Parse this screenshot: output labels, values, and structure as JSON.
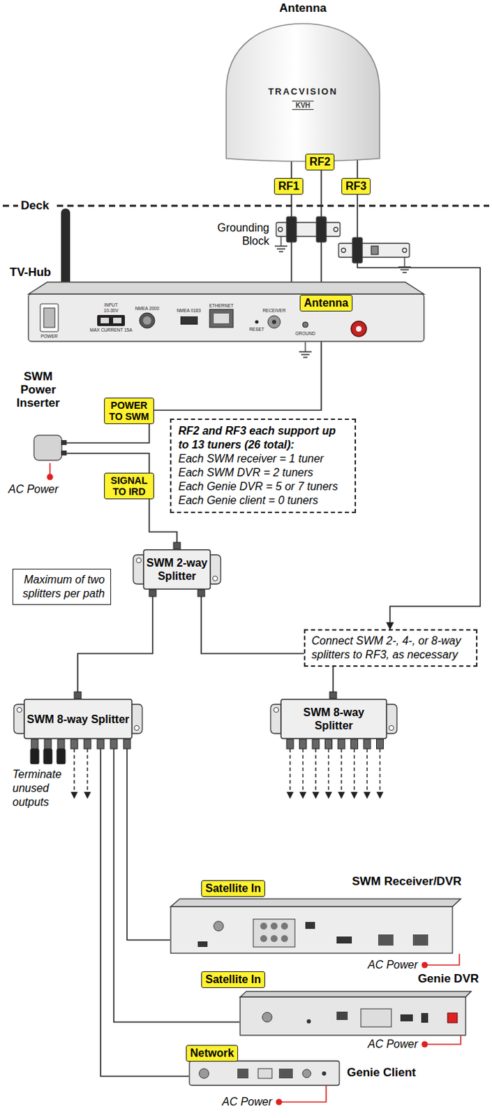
{
  "diagram": {
    "nodes": [
      {
        "text": [
          "Antenna",
          "TRACVISION",
          "KVH"
        ]
      },
      {
        "text": [
          "RF2"
        ]
      },
      {
        "text": [
          "RF1"
        ]
      },
      {
        "text": [
          "RF3"
        ]
      },
      {
        "text": [
          "TV-Hub"
        ]
      },
      {
        "text": [
          "Antenna"
        ],
        "in": 4
      },
      {
        "text": [
          "SWM Power Inserter"
        ]
      },
      {
        "text": [
          "RF2 and RF3 each support up to 13 tuners (26 total):",
          "Each SWM receiver = 1 tuner",
          "Each SWM DVR = 2 tuners",
          "Each Genie DVR = 5 or 7 tuners",
          "Each Genie client = 0 tuners"
        ]
      },
      {
        "text": [
          "Maximum of two splitters per path"
        ]
      },
      {
        "text": [
          "SWM 2-way Splitter"
        ]
      },
      {
        "text": [
          "Connect SWM 2-, 4-, or 8-way splitters to RF3, as necessary"
        ]
      },
      {
        "text": [
          "SWM 8-way Splitter"
        ]
      },
      {
        "text": [
          "SWM 8-way Splitter"
        ]
      },
      {
        "text": [
          "SWM Receiver/DVR"
        ]
      },
      {
        "text": [
          "Satellite In"
        ],
        "in": 13
      },
      {
        "text": [
          "Genie DVR"
        ]
      },
      {
        "text": [
          "Satellite In"
        ],
        "in": 15
      },
      {
        "text": [
          "Genie Client"
        ]
      },
      {
        "text": [
          "Network"
        ],
        "in": 17
      }
    ],
    "edges": [
      {
        "from": 2,
        "to": 4,
        "arrow": "none"
      },
      {
        "from": 1,
        "to": 6,
        "label": "POWER TO SWM",
        "arrow": "none"
      },
      {
        "from": 3,
        "to": 10,
        "arrow": "to"
      },
      {
        "from": 6,
        "to": 9,
        "label": "SIGNAL TO IRD",
        "arrow": "none"
      },
      {
        "from": 9,
        "to": 11,
        "arrow": "none"
      },
      {
        "from": 9,
        "to": 12,
        "arrow": "none"
      },
      {
        "from": 11,
        "to": 13,
        "arrow": "none"
      },
      {
        "from": 11,
        "to": 15,
        "arrow": "none"
      },
      {
        "from": 11,
        "to": 17,
        "arrow": "none"
      }
    ],
    "labels": [
      "Deck",
      "Grounding Block",
      "POWER",
      "INPUT",
      "10-30V",
      "MAX CURRENT 15A",
      "NMEA 2000",
      "NMEA 0183",
      "ETHERNET",
      "RESET",
      "RECEIVER",
      "GROUND",
      "AC Power",
      "Terminate unused outputs",
      "AC Power",
      "AC Power",
      "AC Power"
    ]
  }
}
